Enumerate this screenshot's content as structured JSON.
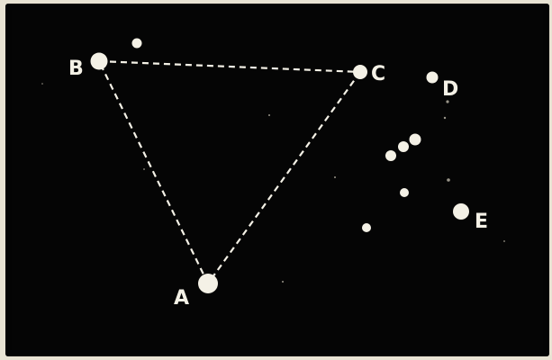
{
  "diagram": {
    "colors": {
      "background": "#050505",
      "page": "#e8e3d3",
      "star": "#f4f1e6",
      "line": "#f4f1e6"
    },
    "labels": {
      "a": "A",
      "b": "B",
      "c": "C",
      "d": "D",
      "e": "E"
    },
    "triangle": [
      "B",
      "C",
      "A"
    ]
  }
}
